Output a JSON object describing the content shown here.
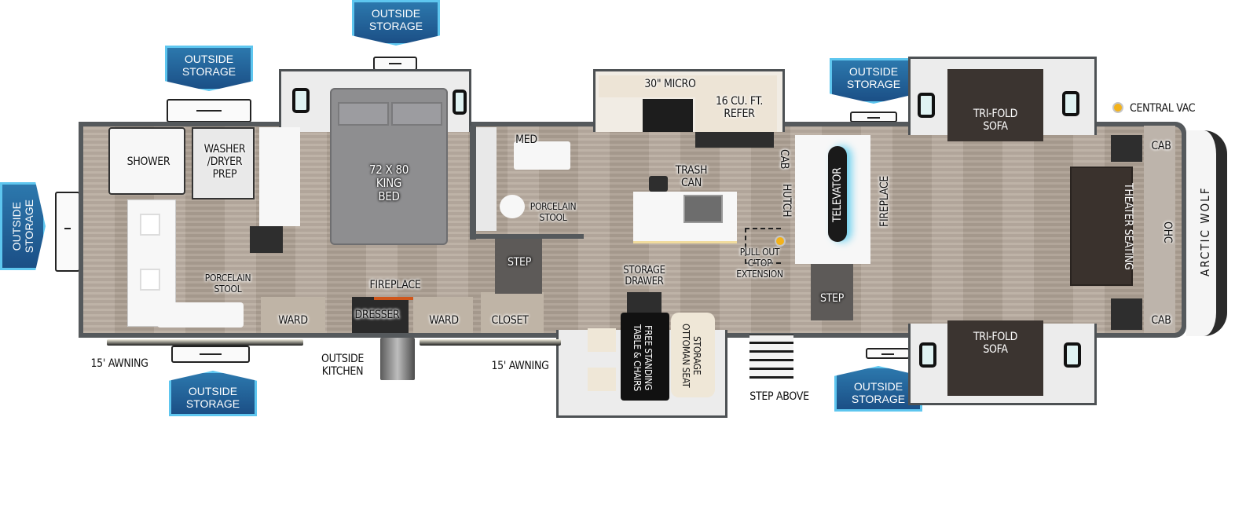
{
  "floorplan": {
    "brand": "ARCTIC WOLF",
    "colors": {
      "badge_fill": "#1f5f96",
      "badge_border": "#5ec6ef",
      "floor": "#b4a79a",
      "wall": "#55595c",
      "sofa": "#3b3430",
      "bed": "#8e8e90",
      "vac_dot": "#f3b21a"
    },
    "outside_storage": [
      {
        "id": "top-center",
        "label": "OUTSIDE\nSTORAGE"
      },
      {
        "id": "top-left",
        "label": "OUTSIDE\nSTORAGE"
      },
      {
        "id": "left",
        "label": "OUTSIDE\nSTORAGE"
      },
      {
        "id": "bottom-left",
        "label": "OUTSIDE\nSTORAGE"
      },
      {
        "id": "top-right",
        "label": "OUTSIDE\nSTORAGE"
      },
      {
        "id": "bottom-right",
        "label": "OUTSIDE\nSTORAGE"
      }
    ],
    "rear_bath": {
      "shower": "SHOWER",
      "washer_dryer": "WASHER\n/DRYER\nPREP",
      "stool": "PORCELAIN\nSTOOL"
    },
    "bedroom": {
      "bed": "72 X 80\nKING\nBED",
      "fireplace": "FIREPLACE",
      "ward_left": "WARD",
      "dresser": "DRESSER",
      "ward_right": "WARD",
      "closet": "CLOSET"
    },
    "mid_bath": {
      "med": "MED",
      "stool": "PORCELAIN\nSTOOL",
      "step": "STEP"
    },
    "kitchen": {
      "micro": "30\" MICRO",
      "refer": "16 CU. FT.\nREFER",
      "trash": "TRASH\nCAN",
      "storage_drawer": "STORAGE\nDRAWER",
      "pullout": "PULL OUT\nC'TOP\nEXTENSION",
      "cab": "CAB",
      "hutch": "HUTCH"
    },
    "dinette": {
      "table": "FREE STANDING\nTABLE & CHAIRS",
      "ottoman": "STORAGE\nOTTOMAN SEAT"
    },
    "living": {
      "televator": "TELEVATOR",
      "fireplace": "FIREPLACE",
      "step": "STEP",
      "step_above": "STEP ABOVE",
      "sofa_top": "TRI-FOLD\nSOFA",
      "sofa_bottom": "TRI-FOLD\nSOFA",
      "theater": "THEATER SEATING",
      "cab_top": "CAB",
      "cab_bottom": "CAB",
      "ohc": "OHC",
      "central_vac": "CENTRAL VAC"
    },
    "exterior": {
      "awning_left": "15' AWNING",
      "awning_right": "15' AWNING",
      "outside_kitchen": "OUTSIDE\nKITCHEN"
    }
  }
}
